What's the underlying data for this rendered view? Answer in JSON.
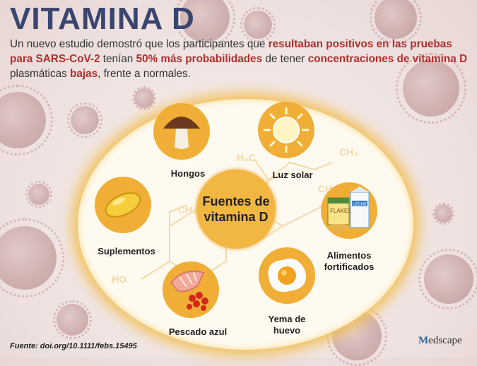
{
  "title": "VITAMINA D",
  "intro": {
    "t1": "Un nuevo estudio demostró que los participantes que ",
    "h1": "resultaban positivos en las pruebas para SARS-CoV-2",
    "t2": " tenían ",
    "h2": "50% más probabilidades",
    "t3": " de tener ",
    "h3": "concentraciones de vitamina D",
    "t4": " plasmáticas ",
    "h4": "bajas",
    "t5": ", frente a normales."
  },
  "center_label_1": "Fuentes de",
  "center_label_2": "vitamina D",
  "sources": [
    {
      "label": "Hongos",
      "icon": "mushroom-icon"
    },
    {
      "label": "Luz solar",
      "icon": "sun-icon"
    },
    {
      "label": "Suplementos",
      "icon": "capsule-icon"
    },
    {
      "label_1": "Alimentos",
      "label_2": "fortificados",
      "icon": "cereal-milk-icon",
      "flakes": "FLAKES",
      "leche": "LECHE"
    },
    {
      "label": "Pescado azul",
      "icon": "salmon-icon"
    },
    {
      "label_1": "Yema de",
      "label_2": "huevo",
      "icon": "egg-icon"
    }
  ],
  "molecule": {
    "h3c": "H₃C",
    "ch3": "CH₃",
    "ch3b": "CH₃",
    "ch2": "CH₂",
    "ho": "HO"
  },
  "footer": "Fuente: doi.org/10.1111/febs.15495",
  "logo": {
    "m": "M",
    "rest": "edscape"
  },
  "colors": {
    "title": "#3a4570",
    "highlight": "#b0302d",
    "circle": "#f0ae36"
  }
}
